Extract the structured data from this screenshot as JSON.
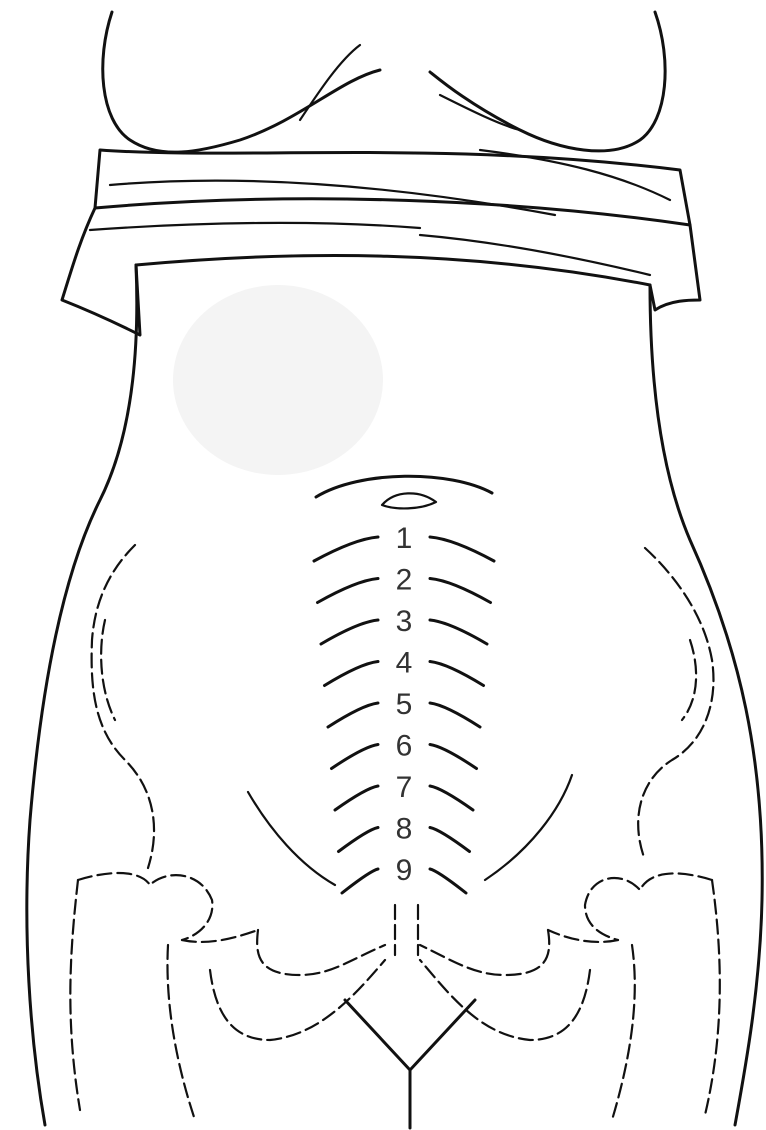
{
  "diagram": {
    "fundal_levels": [
      "1",
      "2",
      "3",
      "4",
      "5",
      "6",
      "7",
      "8",
      "9"
    ],
    "colors": {
      "line": "#111111",
      "label": "#333333",
      "background": "#ffffff"
    }
  }
}
